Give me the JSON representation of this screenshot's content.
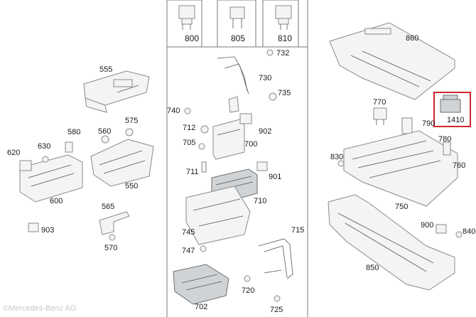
{
  "watermark": "©Mercedes-Benz AG",
  "header_labels": {
    "p800": "800",
    "p805": "805",
    "p810": "810"
  },
  "left_labels": {
    "p555": "555",
    "p575": "575",
    "p580": "580",
    "p560": "560",
    "p620": "620",
    "p630": "630",
    "p600": "600",
    "p550": "550",
    "p565": "565",
    "p903": "903",
    "p570": "570"
  },
  "middle_labels": {
    "p732": "732",
    "p730": "730",
    "p735": "735",
    "p740": "740",
    "p712": "712",
    "p902": "902",
    "p705": "705",
    "p700": "700",
    "p711": "711",
    "p901": "901",
    "p710": "710",
    "p745": "745",
    "p747": "747",
    "p715": "715",
    "p720": "720",
    "p702": "702",
    "p725": "725"
  },
  "right_labels": {
    "p860": "860",
    "p770": "770",
    "p1410": "1410",
    "p790": "790",
    "p830": "830",
    "p780": "780",
    "p760": "760",
    "p750": "750",
    "p900": "900",
    "p840": "840",
    "p850": "850"
  },
  "highlight_color": "#d0262b"
}
